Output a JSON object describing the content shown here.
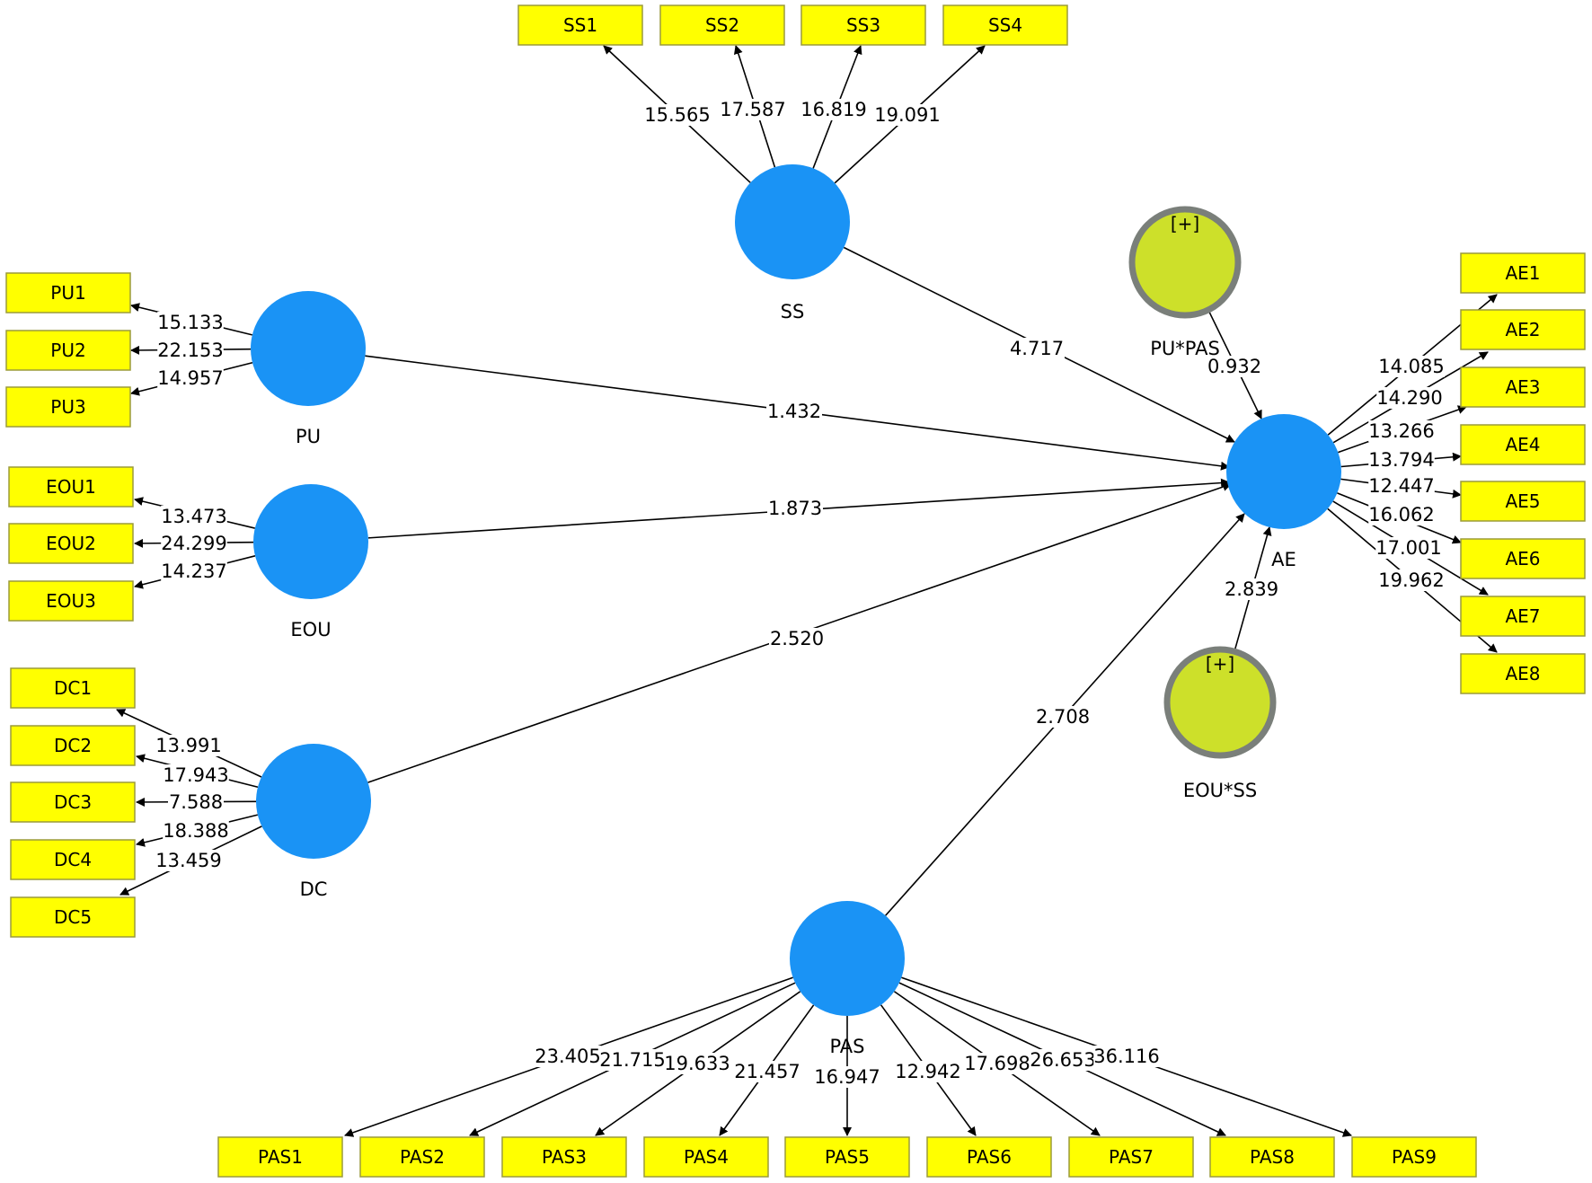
{
  "colors": {
    "construct_fill": "#1a93f5",
    "moderator_fill": "#cde02a",
    "moderator_border": "#7a7f7a",
    "indicator_fill": "#ffff00",
    "indicator_border": "#9b9b3a",
    "edge": "#000000",
    "background": "#ffffff"
  },
  "constructs": [
    {
      "id": "SS",
      "label": "SS"
    },
    {
      "id": "PU",
      "label": "PU"
    },
    {
      "id": "EOU",
      "label": "EOU"
    },
    {
      "id": "DC",
      "label": "DC"
    },
    {
      "id": "AE",
      "label": "AE"
    },
    {
      "id": "PAS",
      "label": "PAS"
    }
  ],
  "moderators": [
    {
      "id": "PUPAS",
      "label": "PU*PAS",
      "toggle": "[+]"
    },
    {
      "id": "EOUSS",
      "label": "EOU*SS",
      "toggle": "[+]"
    }
  ],
  "indicators": [
    {
      "id": "SS1",
      "label": "SS1",
      "construct": "SS",
      "value": "15.565"
    },
    {
      "id": "SS2",
      "label": "SS2",
      "construct": "SS",
      "value": "17.587"
    },
    {
      "id": "SS3",
      "label": "SS3",
      "construct": "SS",
      "value": "16.819"
    },
    {
      "id": "SS4",
      "label": "SS4",
      "construct": "SS",
      "value": "19.091"
    },
    {
      "id": "PU1",
      "label": "PU1",
      "construct": "PU",
      "value": "15.133"
    },
    {
      "id": "PU2",
      "label": "PU2",
      "construct": "PU",
      "value": "22.153"
    },
    {
      "id": "PU3",
      "label": "PU3",
      "construct": "PU",
      "value": "14.957"
    },
    {
      "id": "EOU1",
      "label": "EOU1",
      "construct": "EOU",
      "value": "13.473"
    },
    {
      "id": "EOU2",
      "label": "EOU2",
      "construct": "EOU",
      "value": "24.299"
    },
    {
      "id": "EOU3",
      "label": "EOU3",
      "construct": "EOU",
      "value": "14.237"
    },
    {
      "id": "DC1",
      "label": "DC1",
      "construct": "DC",
      "value": "13.991"
    },
    {
      "id": "DC2",
      "label": "DC2",
      "construct": "DC",
      "value": "17.943"
    },
    {
      "id": "DC3",
      "label": "DC3",
      "construct": "DC",
      "value": "7.588"
    },
    {
      "id": "DC4",
      "label": "DC4",
      "construct": "DC",
      "value": "18.388"
    },
    {
      "id": "DC5",
      "label": "DC5",
      "construct": "DC",
      "value": "13.459"
    },
    {
      "id": "AE1",
      "label": "AE1",
      "construct": "AE",
      "value": "14.085"
    },
    {
      "id": "AE2",
      "label": "AE2",
      "construct": "AE",
      "value": "14.290"
    },
    {
      "id": "AE3",
      "label": "AE3",
      "construct": "AE",
      "value": "13.266"
    },
    {
      "id": "AE4",
      "label": "AE4",
      "construct": "AE",
      "value": "13.794"
    },
    {
      "id": "AE5",
      "label": "AE5",
      "construct": "AE",
      "value": "12.447"
    },
    {
      "id": "AE6",
      "label": "AE6",
      "construct": "AE",
      "value": "16.062"
    },
    {
      "id": "AE7",
      "label": "AE7",
      "construct": "AE",
      "value": "17.001"
    },
    {
      "id": "AE8",
      "label": "AE8",
      "construct": "AE",
      "value": "19.962"
    },
    {
      "id": "PAS1",
      "label": "PAS1",
      "construct": "PAS",
      "value": "23.405"
    },
    {
      "id": "PAS2",
      "label": "PAS2",
      "construct": "PAS",
      "value": "21.715"
    },
    {
      "id": "PAS3",
      "label": "PAS3",
      "construct": "PAS",
      "value": "19.633"
    },
    {
      "id": "PAS4",
      "label": "PAS4",
      "construct": "PAS",
      "value": "21.457"
    },
    {
      "id": "PAS5",
      "label": "PAS5",
      "construct": "PAS",
      "value": "16.947"
    },
    {
      "id": "PAS6",
      "label": "PAS6",
      "construct": "PAS",
      "value": "12.942"
    },
    {
      "id": "PAS7",
      "label": "PAS7",
      "construct": "PAS",
      "value": "17.698"
    },
    {
      "id": "PAS8",
      "label": "PAS8",
      "construct": "PAS",
      "value": "26.653"
    },
    {
      "id": "PAS9",
      "label": "PAS9",
      "construct": "PAS",
      "value": "36.116"
    }
  ],
  "paths": [
    {
      "from": "SS",
      "to": "AE",
      "value": "4.717"
    },
    {
      "from": "PU",
      "to": "AE",
      "value": "1.432"
    },
    {
      "from": "EOU",
      "to": "AE",
      "value": "1.873"
    },
    {
      "from": "DC",
      "to": "AE",
      "value": "2.520"
    },
    {
      "from": "PAS",
      "to": "AE",
      "value": "2.708"
    },
    {
      "from": "PUPAS",
      "to": "AE",
      "value": "0.932"
    },
    {
      "from": "EOUSS",
      "to": "AE",
      "value": "2.839"
    }
  ]
}
